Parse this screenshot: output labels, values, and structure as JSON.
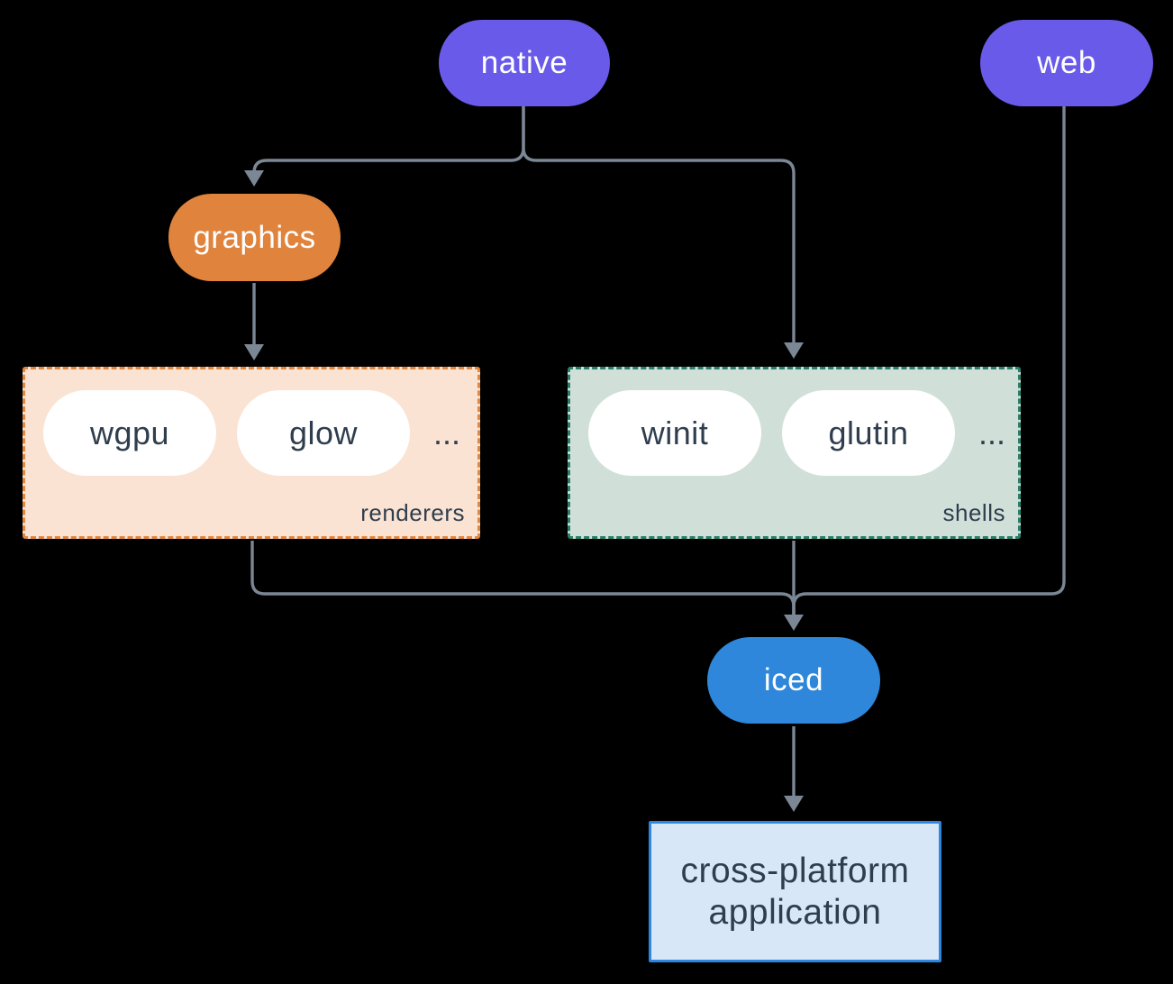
{
  "diagram": {
    "nodes": {
      "native": {
        "label": "native",
        "color": "#695ae9"
      },
      "web": {
        "label": "web",
        "color": "#695ae9"
      },
      "graphics": {
        "label": "graphics",
        "color": "#e0833d"
      },
      "iced": {
        "label": "iced",
        "color": "#2e87da"
      }
    },
    "groups": {
      "renderers": {
        "label": "renderers",
        "pills": [
          "wgpu",
          "glow"
        ],
        "ellipsis": "...",
        "fill": "#fae3d3",
        "border": "#e2873f"
      },
      "shells": {
        "label": "shells",
        "pills": [
          "winit",
          "glutin"
        ],
        "ellipsis": "...",
        "fill": "#d0e0d9",
        "border": "#2a7f6a"
      }
    },
    "application": {
      "line1": "cross-platform",
      "line2": "application",
      "fill": "#d8e7f8",
      "border": "#2e86de"
    },
    "colors": {
      "background": "#000000",
      "connector": "#7b8794",
      "pill_text_light": "#ffffff",
      "text_dark": "#2f3e4e",
      "inner_pill_fill": "#ffffff"
    }
  }
}
